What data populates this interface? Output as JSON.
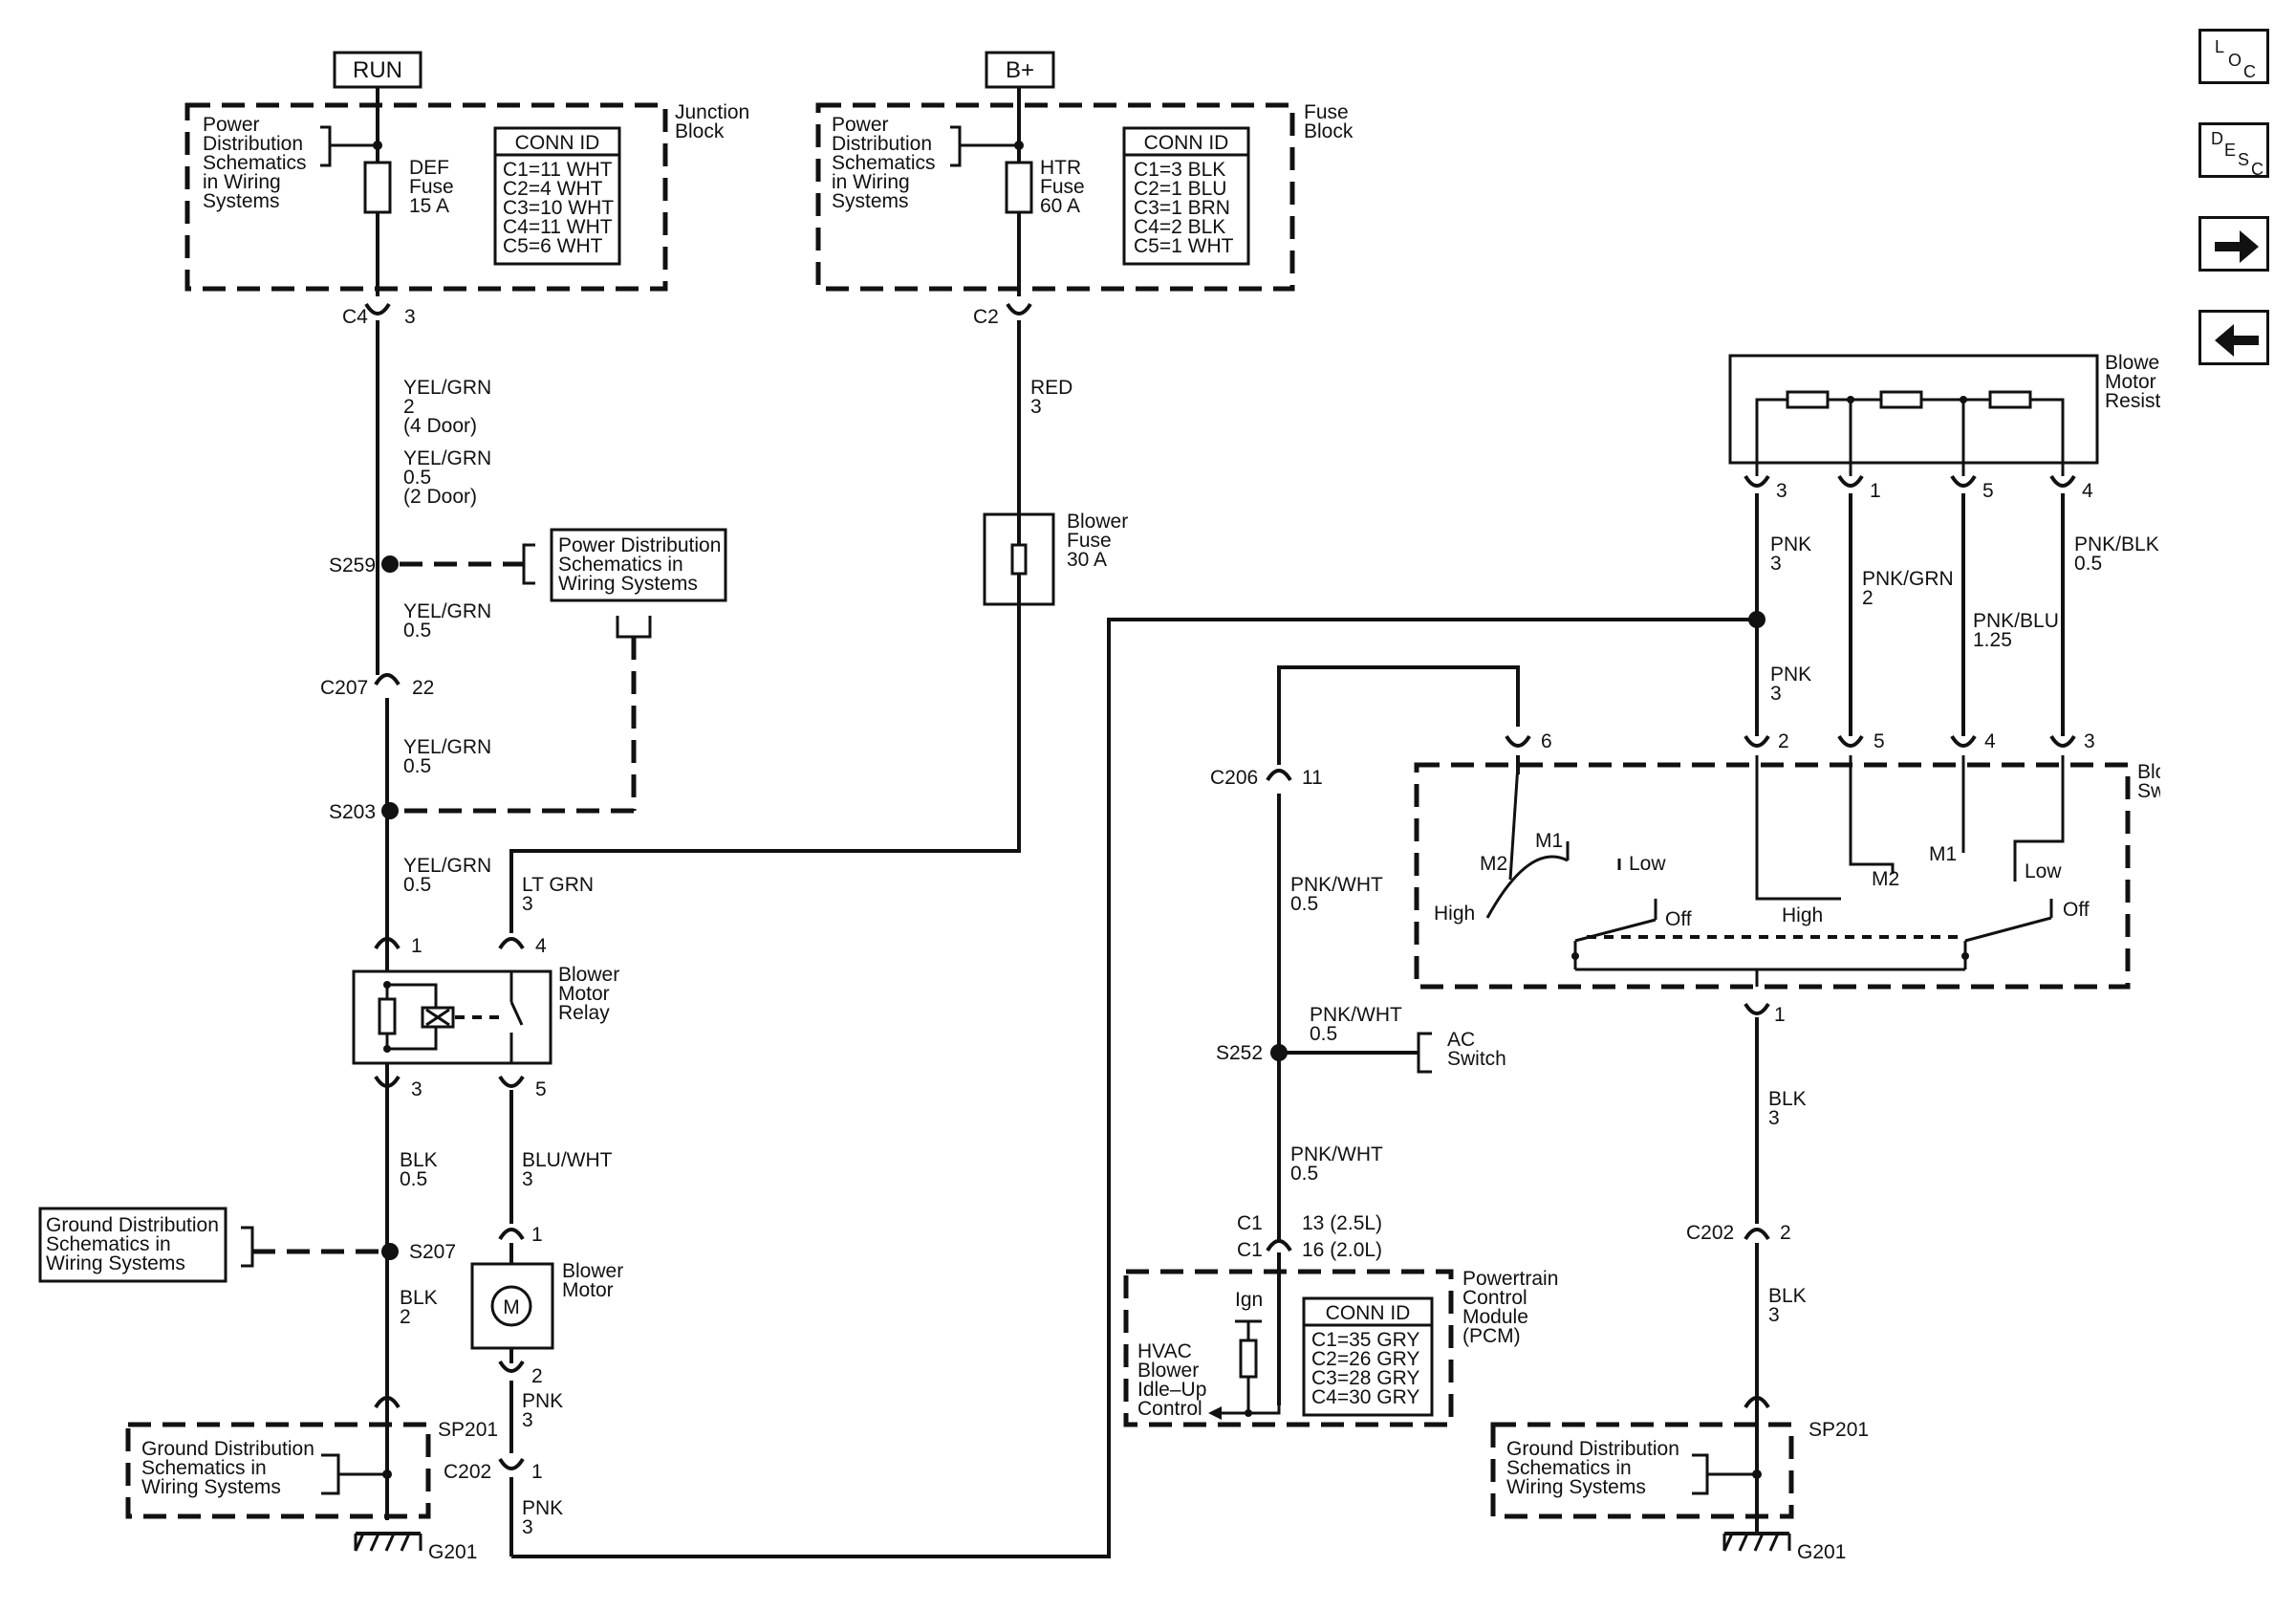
{
  "nav": {
    "loc": [
      "L",
      "O",
      "C"
    ],
    "desc": [
      "D",
      "E",
      "S",
      "C"
    ],
    "next_icon": "arrow-right-icon",
    "prev_icon": "arrow-left-icon"
  },
  "sources": {
    "run": "RUN",
    "bplus": "B+"
  },
  "junction_block": {
    "title": [
      "Junction",
      "Block"
    ],
    "ref": [
      "Power",
      "Distribution",
      "Schematics",
      "in Wiring",
      "Systems"
    ],
    "fuse": [
      "DEF",
      "Fuse",
      "15 A"
    ],
    "conn_title": "CONN ID",
    "conn_ids": [
      "C1=11 WHT",
      "C2=4 WHT",
      "C3=10 WHT",
      "C4=11 WHT",
      "C5=6 WHT"
    ]
  },
  "fuse_block": {
    "title": [
      "Fuse",
      "Block"
    ],
    "ref": [
      "Power",
      "Distribution",
      "Schematics",
      "in Wiring",
      "Systems"
    ],
    "fuse": [
      "HTR",
      "Fuse",
      "60 A"
    ],
    "conn_title": "CONN ID",
    "conn_ids": [
      "C1=3 BLK",
      "C2=1 BLU",
      "C3=1 BRN",
      "C4=2 BLK",
      "C5=1 WHT"
    ]
  },
  "left": {
    "c4": "C4",
    "c4_pin": "3",
    "wire1": [
      "YEL/GRN",
      "2",
      "(4 Door)",
      "YEL/GRN",
      "0.5",
      "(2 Door)"
    ],
    "s259": "S259",
    "pd_ref": [
      "Power Distribution",
      "Schematics in",
      "Wiring Systems"
    ],
    "wire2": [
      "YEL/GRN",
      "0.5"
    ],
    "c207": "C207",
    "c207_pin": "22",
    "wire3": [
      "YEL/GRN",
      "0.5"
    ],
    "s203": "S203",
    "wire4": [
      "YEL/GRN",
      "0.5"
    ],
    "relay_pin1": "1",
    "relay_pin4": "4",
    "relay_pin3": "3",
    "relay_pin5": "5",
    "relay_name": [
      "Blower",
      "Motor",
      "Relay"
    ],
    "wire_ltgrn": [
      "LT GRN",
      "3"
    ],
    "wire_blk1": [
      "BLK",
      "0.5"
    ],
    "wire_bluwht": [
      "BLU/WHT",
      "3"
    ],
    "gnd_ref1": [
      "Ground Distribution",
      "Schematics in",
      "Wiring Systems"
    ],
    "s207": "S207",
    "wire_blk2": [
      "BLK",
      "2"
    ],
    "motor_pin1": "1",
    "motor_pin2": "2",
    "motor_name": [
      "Blower",
      "Motor"
    ],
    "motor_symbol": "M",
    "wire_pnk1": [
      "PNK",
      "3"
    ],
    "sp201": "SP201",
    "gnd_ref2": [
      "Ground Distribution",
      "Schematics in",
      "Wiring Systems"
    ],
    "c202": "C202",
    "c202_pin": "1",
    "wire_pnk2": [
      "PNK",
      "3"
    ],
    "g201": "G201"
  },
  "middle": {
    "c2": "C2",
    "wire_red": [
      "RED",
      "3"
    ],
    "blower_fuse": [
      "Blower",
      "Fuse",
      "30 A"
    ]
  },
  "pcm": {
    "c206": "C206",
    "c206_pin": "11",
    "wire1": [
      "PNK/WHT",
      "0.5"
    ],
    "s252": "S252",
    "wire_ac": [
      "PNK/WHT",
      "0.5"
    ],
    "ac_switch": [
      "AC",
      "Switch"
    ],
    "wire2": [
      "PNK/WHT",
      "0.5"
    ],
    "c1a": "C1",
    "c1a_pin": "13  (2.5L)",
    "c1b": "C1",
    "c1b_pin": "16  (2.0L)",
    "name": [
      "Powertrain",
      "Control",
      "Module",
      "(PCM)"
    ],
    "ign": "Ign",
    "hvac": [
      "HVAC",
      "Blower",
      "Idle–Up",
      "Control"
    ],
    "conn_title": "CONN ID",
    "conn_ids": [
      "C1=35 GRY",
      "C2=26 GRY",
      "C3=28 GRY",
      "C4=30 GRY"
    ]
  },
  "resistor": {
    "name": [
      "Blower",
      "Motor",
      "Resistor"
    ],
    "pins": [
      "3",
      "1",
      "5",
      "4"
    ],
    "wire_pnk": [
      "PNK",
      "3"
    ],
    "wire_pnkgrn": [
      "PNK/GRN",
      "2"
    ],
    "wire_pnkblu": [
      "PNK/BLU",
      "1.25"
    ],
    "wire_pnkblk": [
      "PNK/BLK",
      "0.5"
    ],
    "wire_pnk2": [
      "PNK",
      "3"
    ]
  },
  "switch": {
    "name": [
      "Blower",
      "Switch"
    ],
    "pins_top": [
      "6",
      "2",
      "5",
      "4",
      "3"
    ],
    "m1a": "M1",
    "m2a": "M2",
    "higha": "High",
    "lowa": "Low",
    "offa": "Off",
    "highb": "High",
    "m2b": "M2",
    "m1b": "M1",
    "lowb": "Low",
    "offb": "Off",
    "pin_bottom": "1",
    "wire_blk1": [
      "BLK",
      "3"
    ],
    "c202": "C202",
    "c202_pin": "2",
    "wire_blk2": [
      "BLK",
      "3"
    ],
    "sp201": "SP201",
    "gnd_ref": [
      "Ground Distribution",
      "Schematics in",
      "Wiring Systems"
    ],
    "g201": "G201"
  }
}
